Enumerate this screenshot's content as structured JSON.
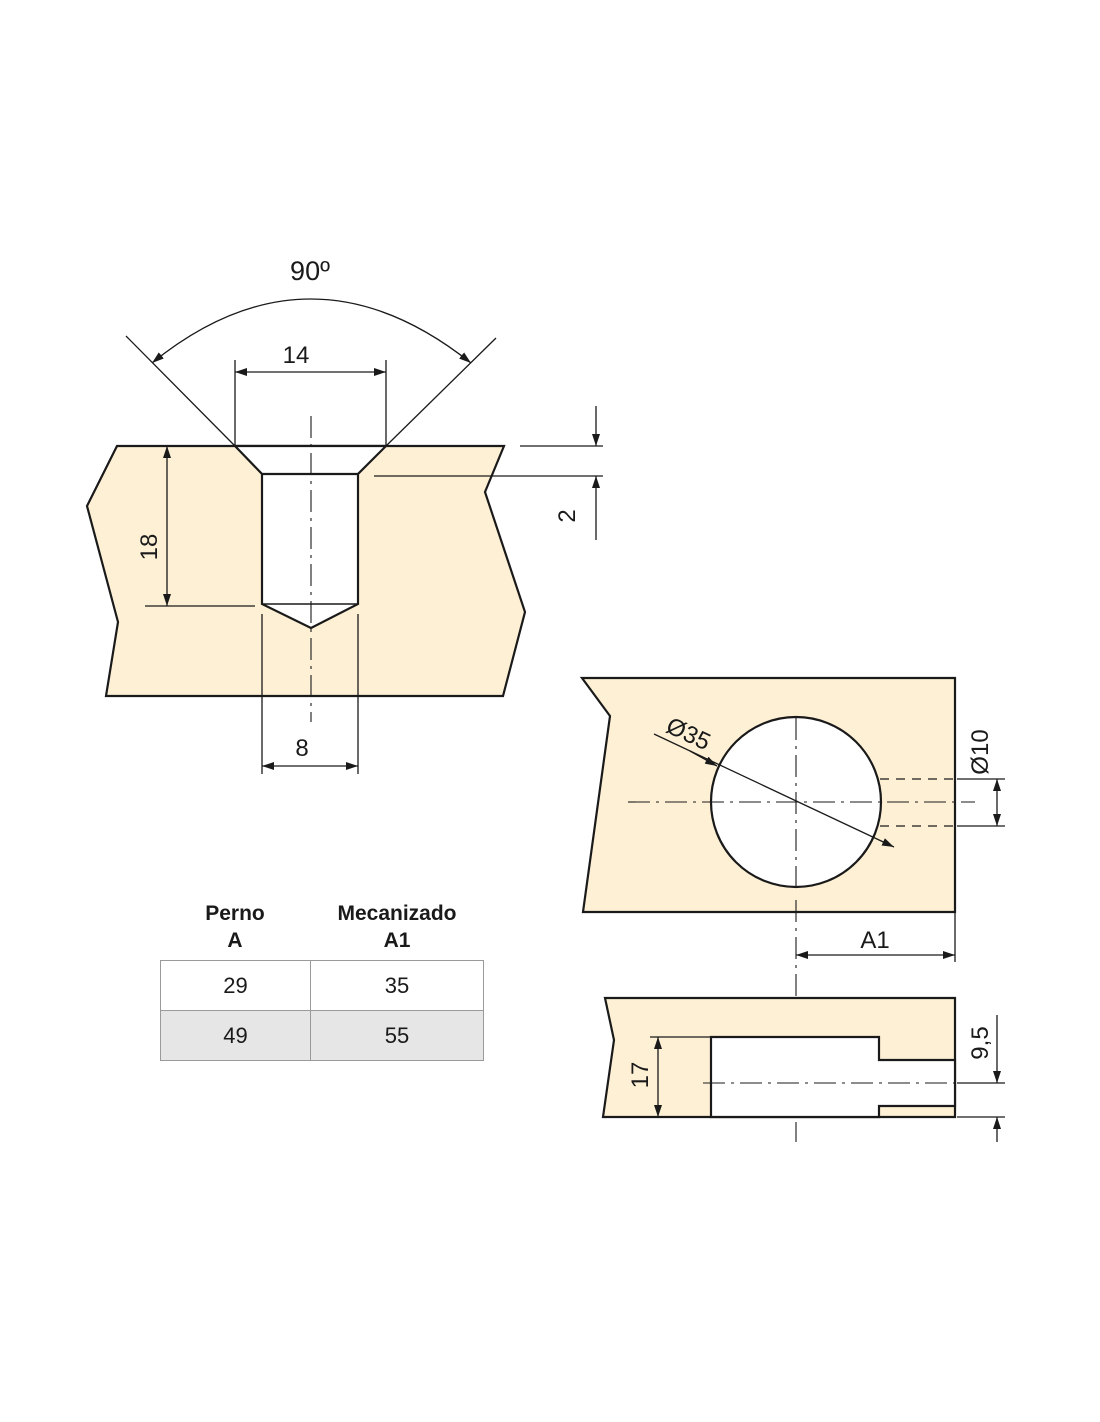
{
  "drawing": {
    "top_view": {
      "angle_label": "90º",
      "countersink_diameter_label": "14",
      "countersink_depth_label": "2",
      "hole_depth_label": "18",
      "hole_diameter_label": "8"
    },
    "cam_view": {
      "bore_diameter_label": "Ø35",
      "pin_diameter_label": "Ø10",
      "offset_label": "A1"
    },
    "side_view": {
      "depth_label": "17",
      "center_height_label": "9,5"
    }
  },
  "table": {
    "headers": [
      {
        "line1": "Perno",
        "line2": "A"
      },
      {
        "line1": "Mecanizado",
        "line2": "A1"
      }
    ],
    "rows": [
      [
        "29",
        "35"
      ],
      [
        "49",
        "55"
      ]
    ]
  },
  "colors": {
    "wood": "#fdf0d5",
    "line": "#1a1a1a",
    "row_alt": "#e6e6e6"
  }
}
